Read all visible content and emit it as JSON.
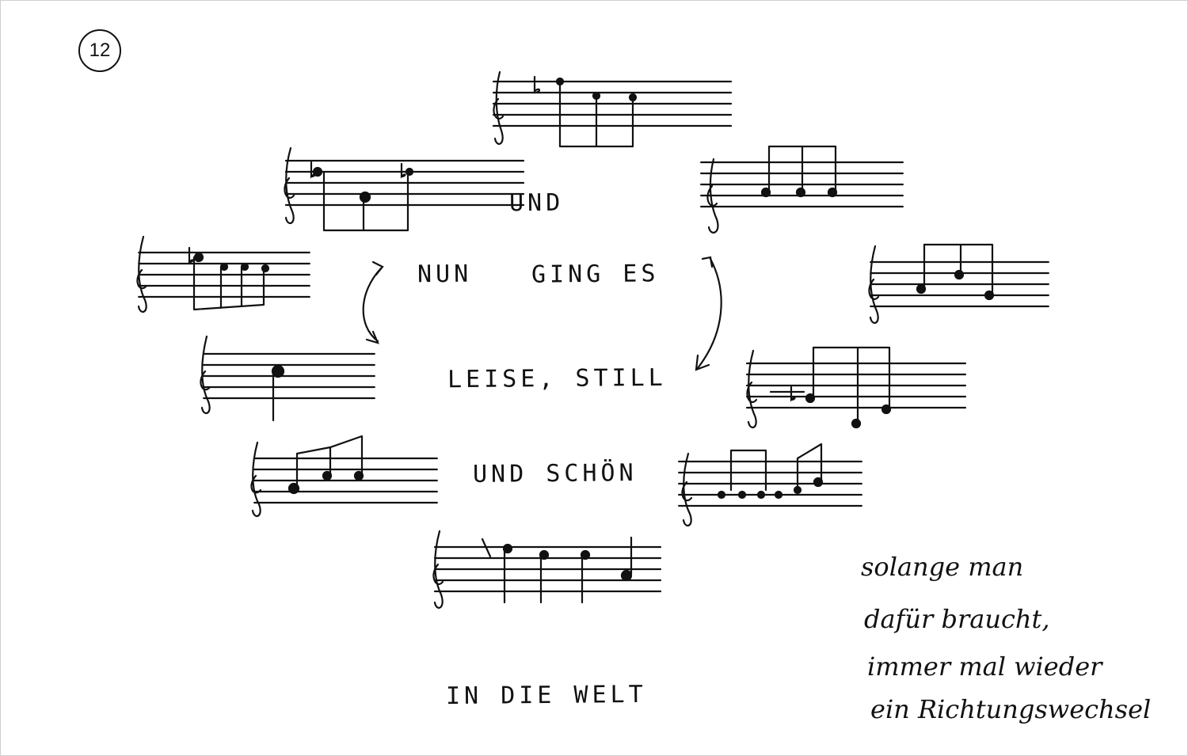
{
  "page_number": "12",
  "lyrics": {
    "line1": "UND",
    "line2a": "NUN",
    "line2b": "GING ES",
    "line3": "LEISE, STILL",
    "line4": "UND SCHÖN",
    "line5": "IN DIE WELT"
  },
  "margin_note": {
    "line1": "solange man",
    "line2": "dafür braucht,",
    "line3": "immer mal wieder",
    "line4": "ein Richtungswechsel"
  },
  "colors": {
    "ink": "#111111",
    "paper": "#ffffff",
    "frame": "#cfcfcf"
  },
  "icons": [
    "treble-clef-icon",
    "flat-sign-icon",
    "curved-arrow-icon"
  ]
}
